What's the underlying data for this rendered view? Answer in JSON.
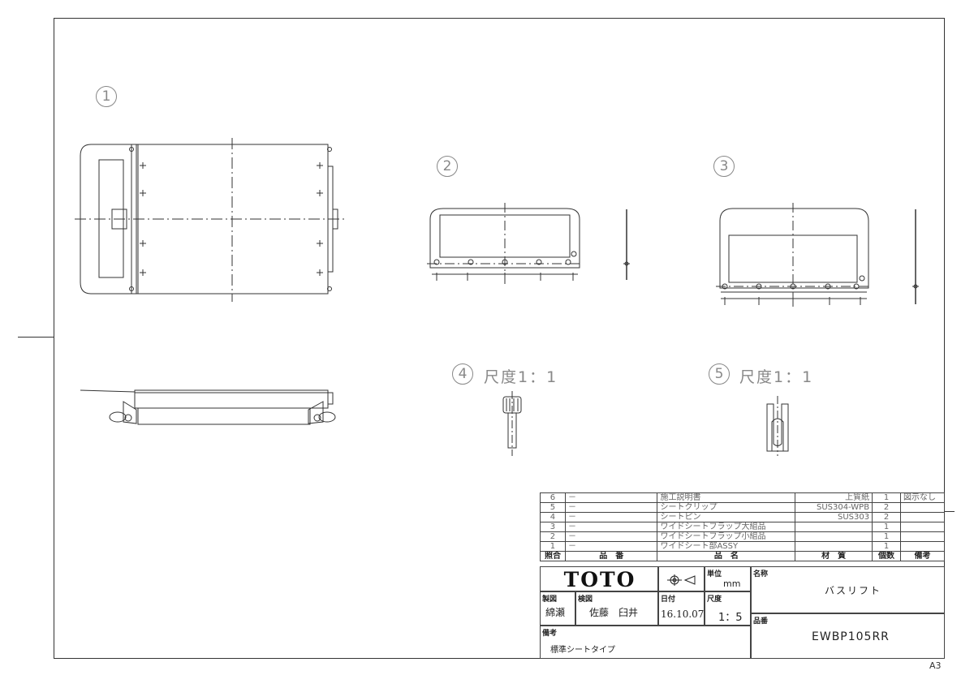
{
  "views": {
    "v1": {
      "num": "1"
    },
    "v2": {
      "num": "2"
    },
    "v3": {
      "num": "3"
    },
    "v4": {
      "num": "4",
      "scale": "尺度1：1"
    },
    "v5": {
      "num": "5",
      "scale": "尺度1：1"
    }
  },
  "parts_list": {
    "headers": {
      "ref": "照合",
      "part_no": "品　番",
      "name": "品　名",
      "material": "材　質",
      "qty": "個数",
      "remark": "備考"
    },
    "rows": [
      {
        "no": "6",
        "part_no": "－",
        "name": "施工説明書",
        "material": "上質紙",
        "qty": "1",
        "remark": "図示なし"
      },
      {
        "no": "5",
        "part_no": "－",
        "name": "シートクリップ",
        "material": "SUS304-WPB",
        "qty": "2",
        "remark": ""
      },
      {
        "no": "4",
        "part_no": "－",
        "name": "シートピン",
        "material": "SUS303",
        "qty": "2",
        "remark": ""
      },
      {
        "no": "3",
        "part_no": "－",
        "name": "ワイドシートフラップ大組品",
        "material": "",
        "qty": "1",
        "remark": ""
      },
      {
        "no": "2",
        "part_no": "－",
        "name": "ワイドシートフラップ小組品",
        "material": "",
        "qty": "1",
        "remark": ""
      },
      {
        "no": "1",
        "part_no": "－",
        "name": "ワイドシート部ASSY",
        "material": "",
        "qty": "1",
        "remark": ""
      }
    ]
  },
  "title_block": {
    "logo": "TOTO",
    "unit_label": "単位",
    "unit": "mm",
    "name_label": "名称",
    "name": "バスリフト",
    "drawn_label": "製図",
    "drawn_by": "綿瀬",
    "checked_label": "検図",
    "checked_by": "佐藤　臼井",
    "date_label": "日付",
    "date": "16.10.07",
    "scale_label": "尺度",
    "scale": "1：5",
    "part_no_label": "品番",
    "part_no": "EWBP105RR",
    "remarks_label": "備考",
    "remarks": "標準シートタイプ"
  },
  "sheet_size": "A3"
}
